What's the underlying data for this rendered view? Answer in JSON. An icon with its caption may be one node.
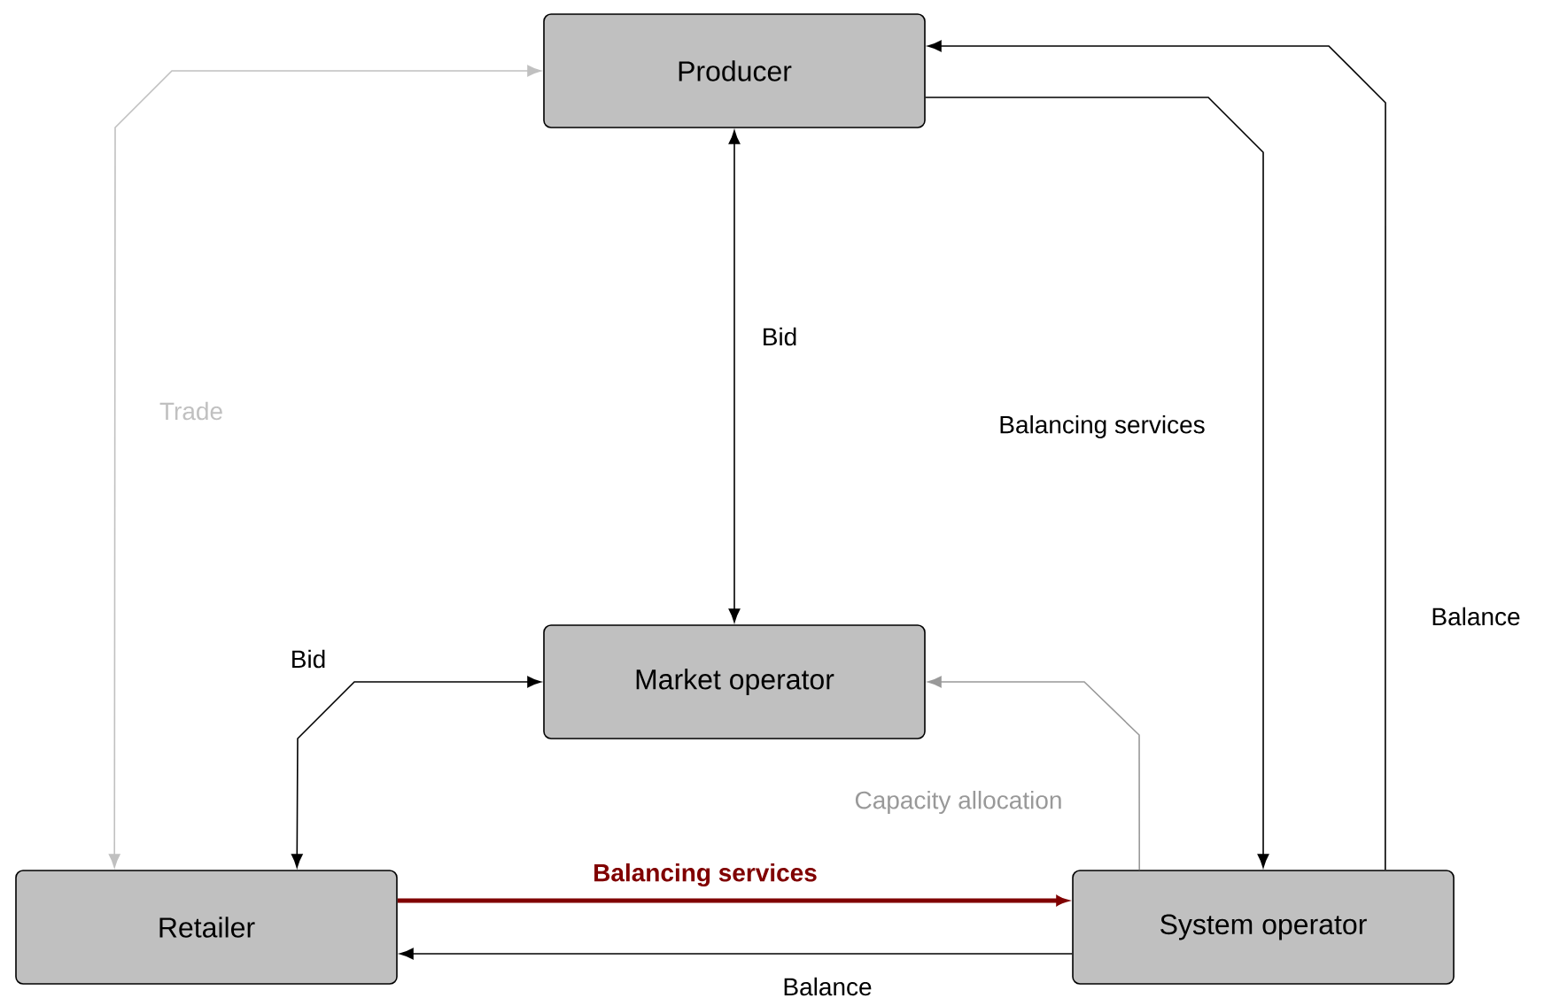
{
  "diagram": {
    "nodes": [
      {
        "text": [
          "Producer"
        ]
      },
      {
        "text": [
          "Market operator"
        ]
      },
      {
        "text": [
          "Retailer"
        ]
      },
      {
        "text": [
          "System operator"
        ]
      }
    ],
    "edges": [
      {
        "from": 0,
        "to": 2,
        "arrow": "both",
        "label": "Trade",
        "color": "#c0c0c0"
      },
      {
        "from": 0,
        "to": 1,
        "arrow": "both",
        "label": "Bid"
      },
      {
        "from": 1,
        "to": 2,
        "arrow": "both",
        "label": "Bid"
      },
      {
        "from": 0,
        "to": 3,
        "arrow": "to",
        "label": "Balancing services"
      },
      {
        "from": 3,
        "to": 0,
        "arrow": "to",
        "label": "Balance"
      },
      {
        "from": 3,
        "to": 1,
        "arrow": "to",
        "label": "Capacity allocation",
        "color": "#999999"
      },
      {
        "from": 2,
        "to": 3,
        "arrow": "to",
        "label": "Balancing services",
        "style": "thick",
        "color": "#800000"
      },
      {
        "from": 3,
        "to": 2,
        "arrow": "to",
        "label": "Balance"
      }
    ]
  }
}
